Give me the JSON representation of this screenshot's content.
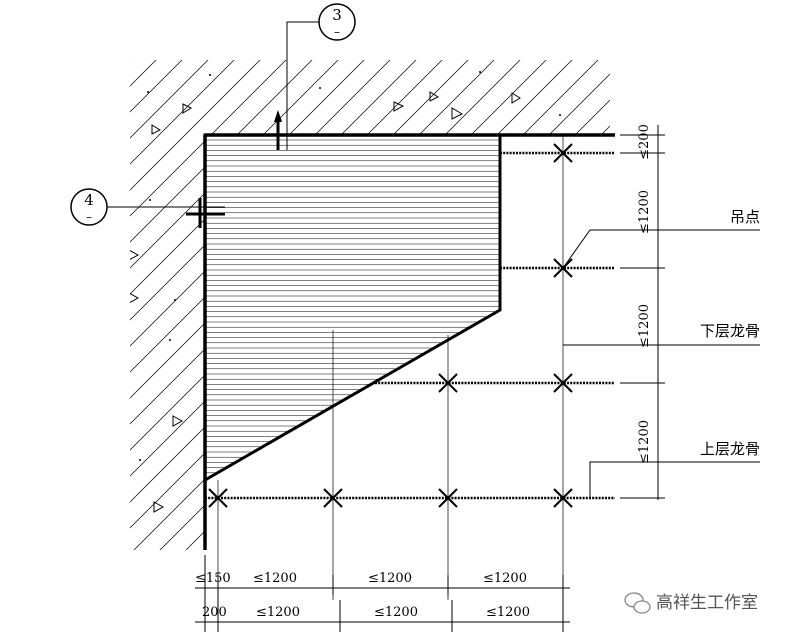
{
  "callouts": {
    "top": {
      "num": "3",
      "sub": "–"
    },
    "left": {
      "num": "4",
      "sub": "–"
    }
  },
  "labels": {
    "hanging_point": "吊点",
    "lower_keel": "下层龙骨",
    "upper_keel": "上层龙骨"
  },
  "right_dims": {
    "d1": "≤200",
    "d2": "≤1200",
    "d3": "≤1200",
    "d4": "≤1200"
  },
  "bottom_dims_row1": {
    "d0": "≤150",
    "d1": "≤1200",
    "d2": "≤1200",
    "d3": "≤1200"
  },
  "bottom_dims_row2": {
    "d0": "200",
    "d1": "≤1200",
    "d2": "≤1200",
    "d3": "≤1200"
  },
  "watermark": "高祥生工作室",
  "colors": {
    "line": "#000000",
    "background": "#ffffff"
  },
  "icons": [
    "wechat-icon",
    "cross-marker-icon",
    "triangle-aggregate-icon",
    "arrow-up-icon"
  ]
}
